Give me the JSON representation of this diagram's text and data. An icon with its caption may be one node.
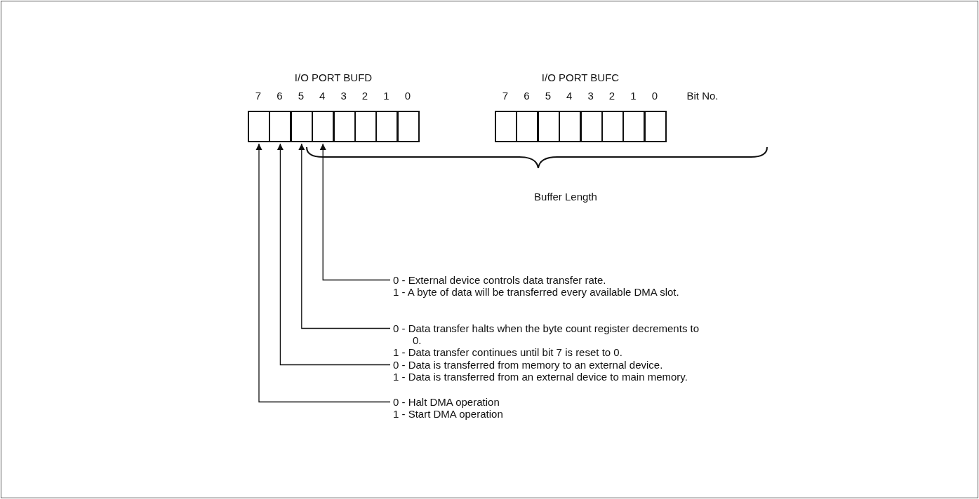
{
  "diagram": {
    "nodes": [
      {
        "text": [],
        "shape": "box"
      },
      {
        "text": [],
        "shape": "box"
      },
      {
        "text": [],
        "shape": "box"
      },
      {
        "text": [],
        "shape": "box"
      },
      {
        "text": [],
        "shape": "box"
      },
      {
        "text": [],
        "shape": "box"
      },
      {
        "text": [],
        "shape": "box"
      },
      {
        "text": [],
        "shape": "box"
      },
      {
        "text": [],
        "shape": "box"
      },
      {
        "text": [],
        "shape": "box"
      },
      {
        "text": [],
        "shape": "box"
      },
      {
        "text": [],
        "shape": "box"
      },
      {
        "text": [],
        "shape": "box"
      },
      {
        "text": [],
        "shape": "box"
      },
      {
        "text": [],
        "shape": "box"
      },
      {
        "text": [],
        "shape": "box"
      },
      {
        "text": [
          "0 - External device controls data transfer rate.",
          "1 - A byte of data will be transferred every available DMA slot."
        ]
      },
      {
        "text": [
          "0 - Data transfer halts when the byte count register decrements to 0.",
          "1 - Data transfer continues until bit 7 is reset to 0."
        ]
      },
      {
        "text": [
          "0 - Data is transferred from memory to an external device.",
          "1 - Data is transferred from an external device to main memory."
        ]
      },
      {
        "text": [
          "0 - Halt DMA operation",
          "1 - Start DMA operation"
        ]
      }
    ],
    "edges": [
      {
        "from": 16,
        "to": 3,
        "arrow": "to"
      },
      {
        "from": 17,
        "to": 2,
        "arrow": "to"
      },
      {
        "from": 18,
        "to": 1,
        "arrow": "to"
      },
      {
        "from": 19,
        "to": 0,
        "arrow": "to"
      }
    ],
    "labels": [
      "I/O PORT BUFD",
      "I/O PORT BUFC",
      "7",
      "6",
      "5",
      "4",
      "3",
      "2",
      "1",
      "0",
      "7",
      "6",
      "5",
      "4",
      "3",
      "2",
      "1",
      "0",
      "Bit No.",
      "Buffer Length"
    ]
  }
}
